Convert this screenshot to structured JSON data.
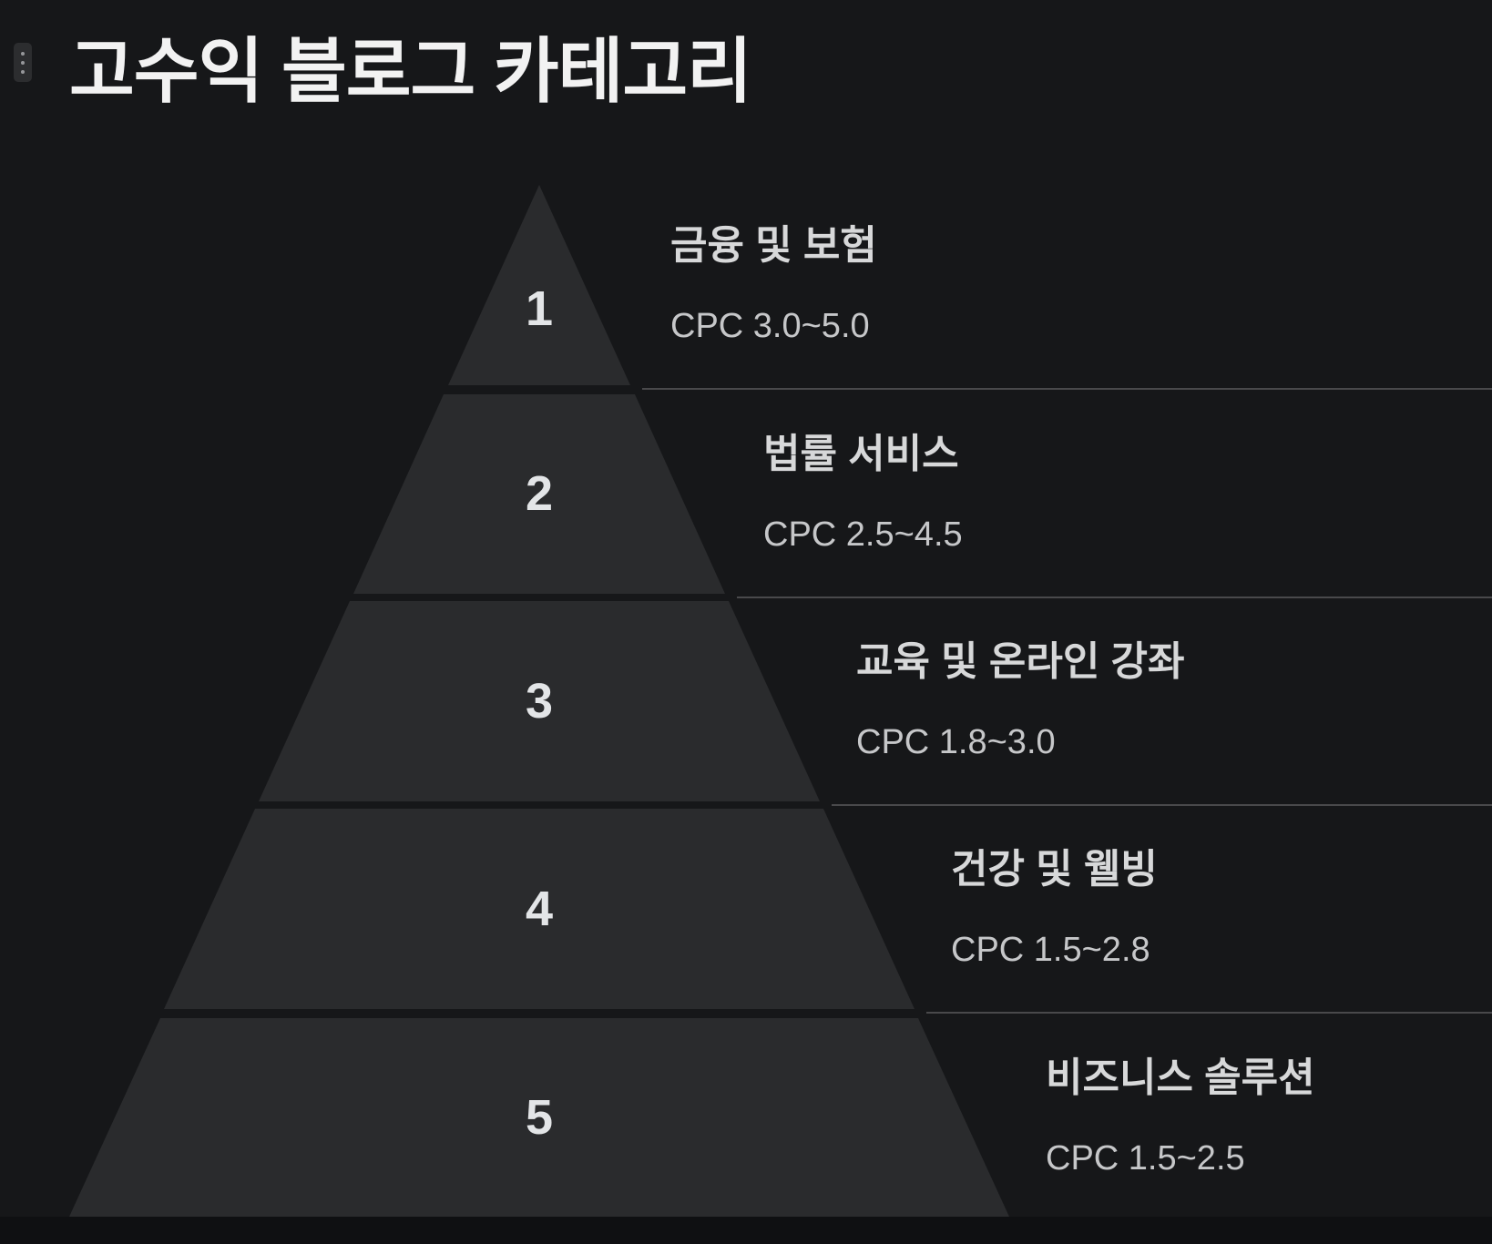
{
  "page": {
    "title": "고수익 블로그 카테고리"
  },
  "icons": {
    "drag_handle": "vertical-dots-drag-handle"
  },
  "diagram": {
    "type": "pyramid",
    "levels": [
      {
        "number": "1",
        "title": "금융 및 보험",
        "cpc": "CPC 3.0~5.0"
      },
      {
        "number": "2",
        "title": "법률 서비스",
        "cpc": "CPC 2.5~4.5"
      },
      {
        "number": "3",
        "title": "교육 및 온라인 강좌",
        "cpc": "CPC 1.8~3.0"
      },
      {
        "number": "4",
        "title": "건강 및 웰빙",
        "cpc": "CPC 1.5~2.8"
      },
      {
        "number": "5",
        "title": "비즈니스 솔루션",
        "cpc": "CPC 1.5~2.5"
      }
    ]
  },
  "colors": {
    "background": "#161719",
    "pyramid_fill": "#2a2b2d",
    "divider_line": "#49494b",
    "page_title_text": "#f2f2f2",
    "level_number_text": "#e3e5e7",
    "level_title_text": "#d7d8d9",
    "cpc_text": "#c6c7c9",
    "bottom_strip": "#0f1012"
  }
}
